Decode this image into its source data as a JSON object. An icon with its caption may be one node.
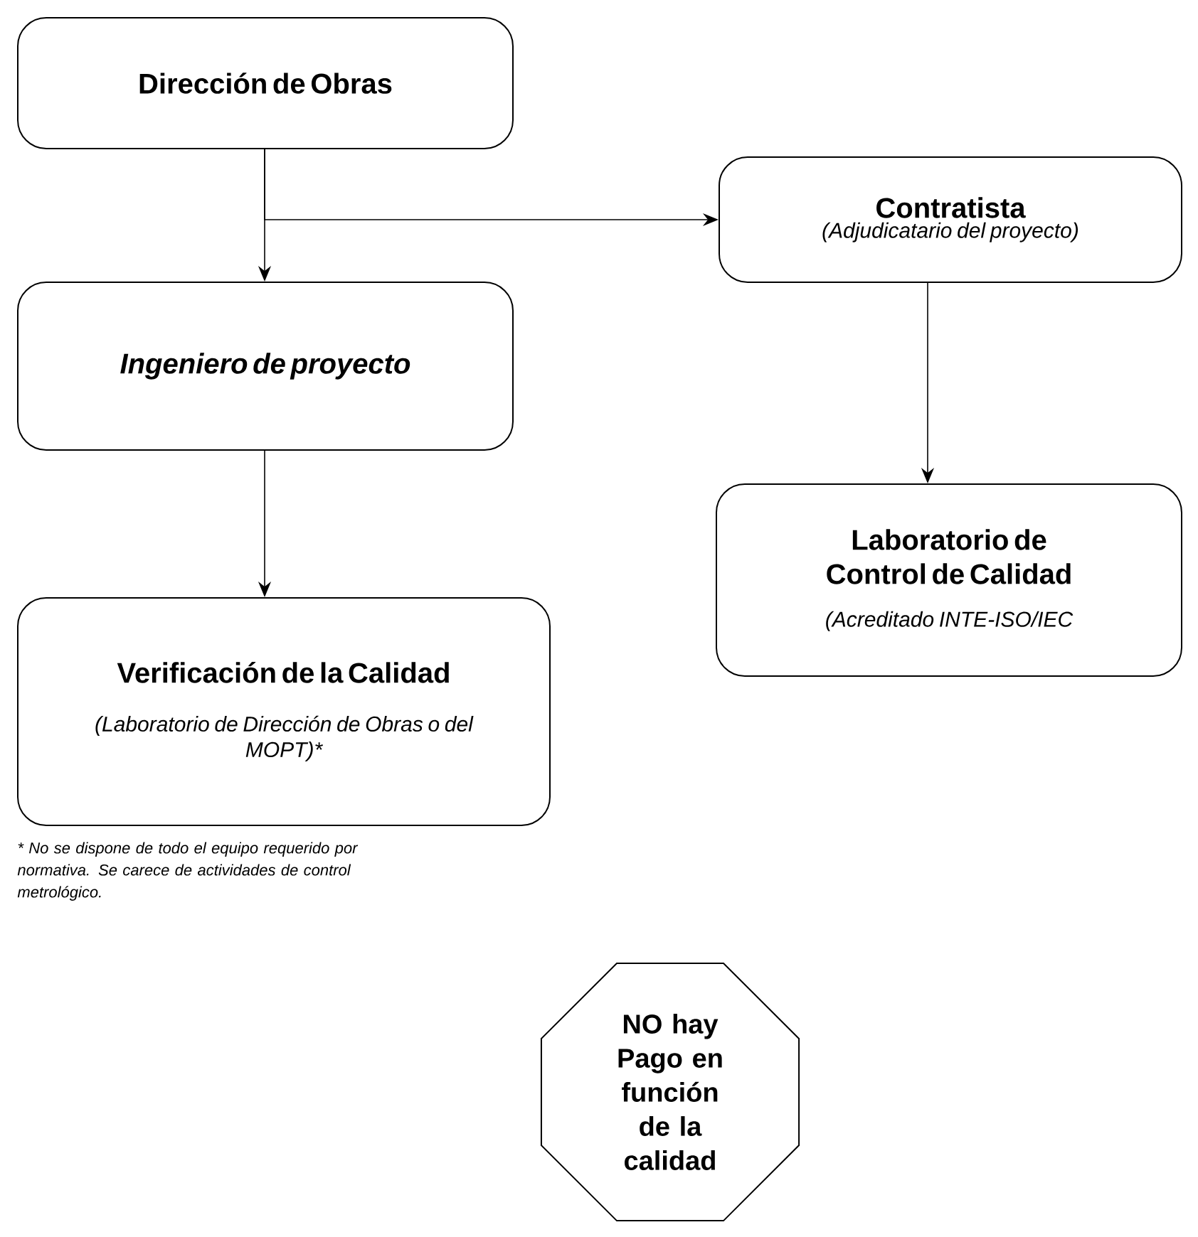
{
  "diagram": {
    "nodes": [
      {
        "text": [
          "Dirección de Obras"
        ]
      },
      {
        "text": [
          "Ingeniero de proyecto"
        ]
      },
      {
        "text": [
          "Contratista",
          "(Adjudicatario del proyecto)"
        ]
      },
      {
        "text": [
          "Laboratorio de Control de Calidad",
          "(Acreditado INTE-ISO/IEC"
        ]
      },
      {
        "text": [
          "Verificación de la Calidad",
          "(Laboratorio de Dirección de Obras o del MOPT)*"
        ]
      },
      {
        "text": [
          "NO hay Pago en función de la calidad"
        ]
      }
    ],
    "edges": [
      {
        "from": 0,
        "to": 1,
        "arrow": "to"
      },
      {
        "from": 0,
        "to": 2,
        "arrow": "to"
      },
      {
        "from": 1,
        "to": 4,
        "arrow": "to"
      },
      {
        "from": 2,
        "to": 3,
        "arrow": "to"
      }
    ],
    "labels": [
      "* No se dispone de todo el equipo requerido por normativa. Se carece de actividades de control metrológico."
    ]
  }
}
